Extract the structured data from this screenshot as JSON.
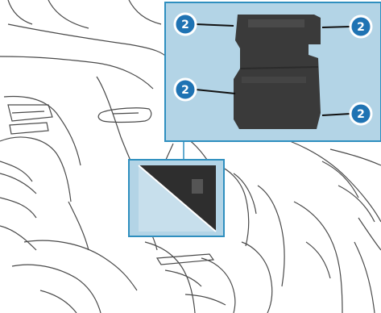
{
  "figure": {
    "callouts": [
      {
        "label": "2"
      },
      {
        "label": "2"
      },
      {
        "label": "2"
      },
      {
        "label": "2"
      }
    ]
  },
  "colors": {
    "highlight_fill": "#b3d4e6",
    "highlight_border": "#2f8fbf",
    "callout_fill": "#1f73b3",
    "callout_text": "#ffffff",
    "component_fill": "#3a3a3a",
    "line_art": "#4a4a4a"
  }
}
